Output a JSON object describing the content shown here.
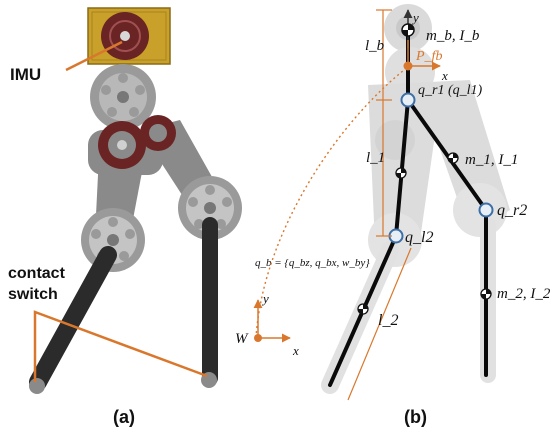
{
  "panel_a": {
    "caption": "(a)",
    "imu_label": "IMU",
    "contact_switch_line1": "contact",
    "contact_switch_line2": "switch"
  },
  "panel_b": {
    "caption": "(b)",
    "body_mass_inertia": "m_b, I_b",
    "length_body": "l_b",
    "point_fb": "P_fb",
    "joint_r1": "q_r1 (q_l1)",
    "mass_1": "m_1, I_1",
    "length_1": "l_1",
    "joint_r2": "q_r2",
    "joint_l2": "q_l2",
    "mass_2": "m_2, I_2",
    "length_2": "l_2",
    "state_vector": "q_b = {q_bz, q_bx, w_by}",
    "world_frame": "W",
    "axis_x": "x",
    "axis_y": "y"
  },
  "colors": {
    "robot_gray": "#8a8a8a",
    "wheel_gray": "#9a9a9a",
    "leg_dark": "#2b2b2b",
    "disc_red": "#6b2424",
    "pcb_yellow": "#c9a12a",
    "annotation_orange": "#d9782d",
    "shadow_gray": "#d6d6d6",
    "joint_blue": "#3c6fa8"
  }
}
